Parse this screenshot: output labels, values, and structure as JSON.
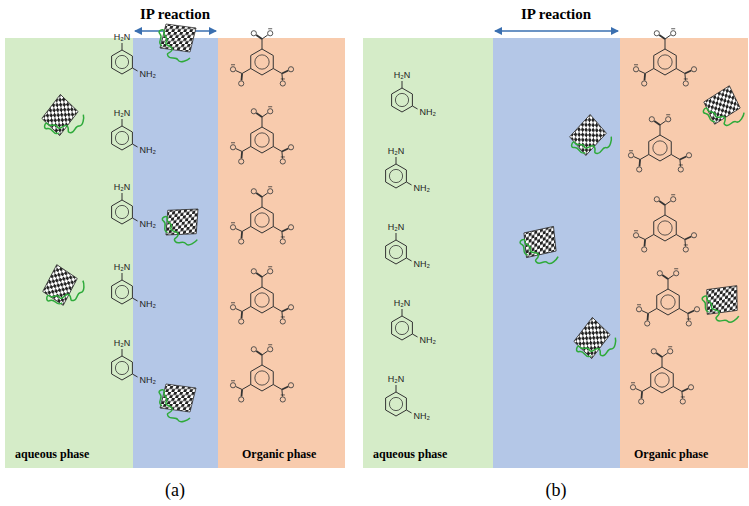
{
  "diagram": {
    "nodes": [
      {
        "text": [
          "aqueous phase"
        ]
      },
      {
        "text": [
          "Organic phase"
        ]
      },
      {
        "text": [
          "aqueous phase"
        ]
      },
      {
        "text": [
          "Organic phase"
        ]
      }
    ],
    "labels": [
      "IP reaction",
      "H₂N",
      "NH₂",
      "H₂N",
      "NH₂",
      "H₂N",
      "NH₂",
      "H₂N",
      "NH₂",
      "H₂N",
      "NH₂",
      "(a)",
      "IP reaction",
      "H₂N",
      "NH₂",
      "H₂N",
      "NH₂",
      "H₂N",
      "NH₂",
      "H₂N",
      "NH₂",
      "H₂N",
      "NH₂",
      "(b)"
    ]
  }
}
